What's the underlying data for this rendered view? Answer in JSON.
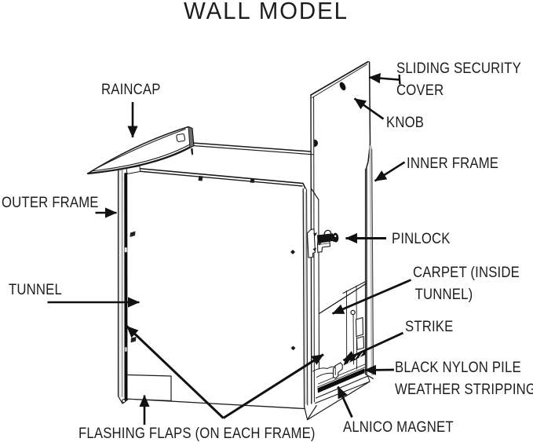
{
  "title": "WALL MODEL",
  "diagram": {
    "type": "technical-illustration",
    "subject": "wall-mounted pet door exploded parts diagram",
    "labels": {
      "raincap": "RAINCAP",
      "sliding_cover_line1": "SLIDING SECURITY",
      "sliding_cover_line2": "COVER",
      "knob": "KNOB",
      "inner_frame": "INNER FRAME",
      "outer_frame": "OUTER FRAME",
      "pinlock": "PINLOCK",
      "carpet_line1": "CARPET (INSIDE",
      "carpet_line2": "TUNNEL)",
      "tunnel": "TUNNEL",
      "strike": "STRIKE",
      "weather_line1": "BLACK NYLON PILE",
      "weather_line2": "WEATHER STRIPPING",
      "alnico": "ALNICO MAGNET",
      "flashing": "FLASHING FLAPS (ON EACH FRAME)"
    },
    "colors": {
      "line": "#1a1a1a",
      "text": "#1d1d1d",
      "shade_light": "#d6d6d6",
      "shade_mid": "#c0c0c0",
      "background": "#ffffff"
    }
  }
}
